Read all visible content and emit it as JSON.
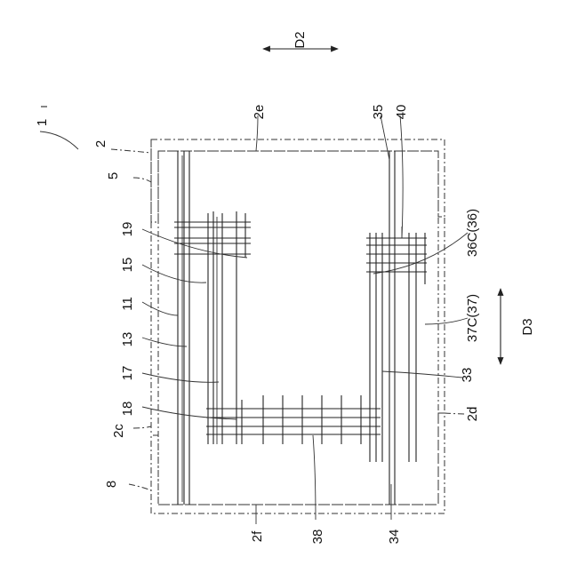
{
  "figure": {
    "labels": {
      "ref_1": "1",
      "ref_2": "2",
      "ref_5": "5",
      "ref_8": "8",
      "ref_11": "11",
      "ref_13": "13",
      "ref_15": "15",
      "ref_17": "17",
      "ref_18": "18",
      "ref_19": "19",
      "ref_2c": "2c",
      "ref_2d": "2d",
      "ref_2e": "2e",
      "ref_2f": "2f",
      "ref_33": "33",
      "ref_34": "34",
      "ref_35": "35",
      "ref_36c": "36C(36)",
      "ref_37c": "37C(37)",
      "ref_38": "38",
      "ref_40": "40",
      "dir_d2": "D2",
      "dir_d3": "D3"
    }
  }
}
